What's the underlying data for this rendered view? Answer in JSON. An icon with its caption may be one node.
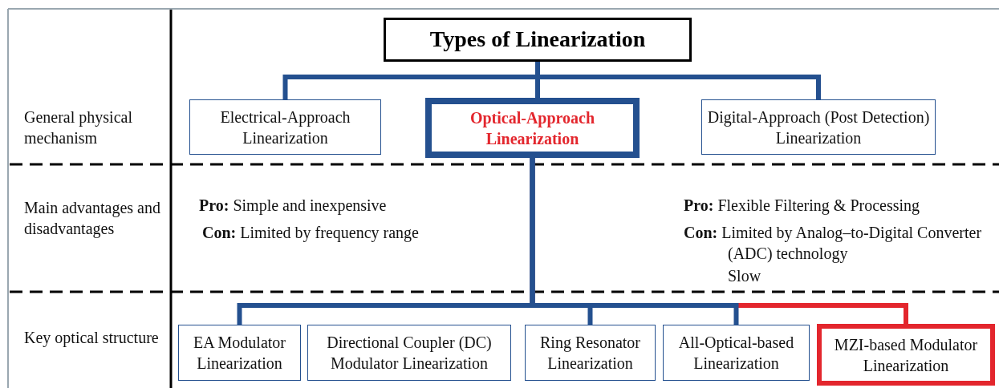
{
  "diagram": {
    "nodes": [
      {
        "text": [
          "Types of Linearization"
        ]
      },
      {
        "text": [
          "Electrical-Approach Linearization"
        ]
      },
      {
        "text": [
          "Optical-Approach Linearization"
        ]
      },
      {
        "text": [
          "Digital-Approach (Post Detection) Linearization"
        ]
      },
      {
        "text": [
          "EA Modulator Linearization"
        ]
      },
      {
        "text": [
          "Directional Coupler (DC) Modulator Linearization"
        ]
      },
      {
        "text": [
          "Ring Resonator Linearization"
        ]
      },
      {
        "text": [
          "All-Optical-based Linearization"
        ]
      },
      {
        "text": [
          "MZI-based Modulator Linearization"
        ]
      }
    ],
    "edges": [
      {
        "from": 2,
        "to": 8,
        "arrow": "none",
        "color": "#e3262d"
      },
      {
        "from": 0,
        "to": 1,
        "arrow": "none"
      },
      {
        "from": 0,
        "to": 2,
        "arrow": "none"
      },
      {
        "from": 0,
        "to": 3,
        "arrow": "none"
      },
      {
        "from": 2,
        "to": 4,
        "arrow": "none"
      },
      {
        "from": 2,
        "to": 6,
        "arrow": "none"
      },
      {
        "from": 2,
        "to": 7,
        "arrow": "none"
      }
    ],
    "labels": [
      "General physical mechanism",
      "Main advantages and disadvantages",
      "**Pro:** Simple and inexpensive",
      "**Pro:** Flexible Filtering & Processing",
      "**Con:** Limited by frequency range",
      "**Con:** Limited by Analog–to-Digital Converter (ADC) technology",
      "Slow",
      "Key optical structure"
    ]
  }
}
